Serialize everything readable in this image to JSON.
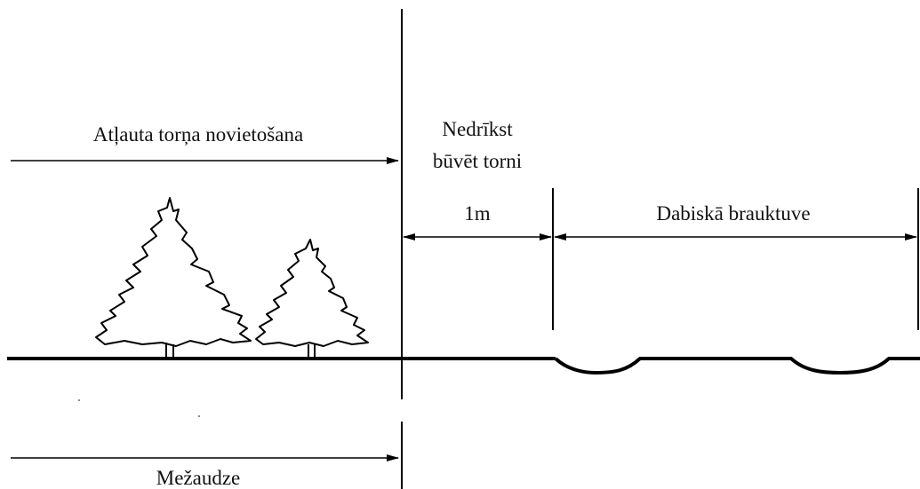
{
  "labels": {
    "allowed_placement": "Atļauta torņa novietošana",
    "no_build_line1": "Nedrīkst",
    "no_build_line2": "būvēt torni",
    "distance": "1m",
    "natural_roadway": "Dabiskā brauktuve",
    "forest_stand": "Mežaudze"
  },
  "colors": {
    "line": "#000000",
    "background": "#ffffff"
  }
}
